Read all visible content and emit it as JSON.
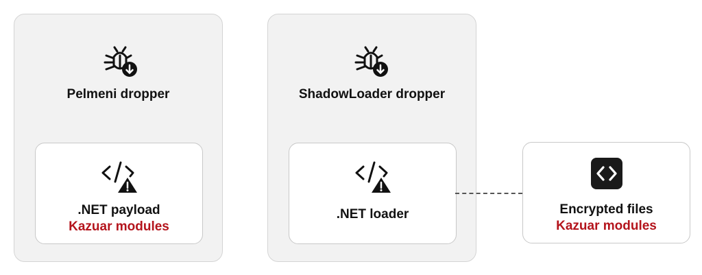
{
  "colors": {
    "accent_red": "#b4141c",
    "panel_bg": "#f2f2f2",
    "border": "#d4d4d4"
  },
  "boxes": {
    "pelmeni": {
      "title": "Pelmeni dropper",
      "icon": "malware-download-icon",
      "inner": {
        "label": ".NET payload",
        "sub": "Kazuar modules",
        "icon": "code-warning-icon"
      }
    },
    "shadowloader": {
      "title": "ShadowLoader dropper",
      "icon": "malware-download-icon",
      "inner": {
        "label": ".NET loader",
        "icon": "code-warning-icon"
      }
    },
    "encrypted": {
      "label": "Encrypted files",
      "sub": "Kazuar modules",
      "icon": "code-file-icon"
    }
  }
}
